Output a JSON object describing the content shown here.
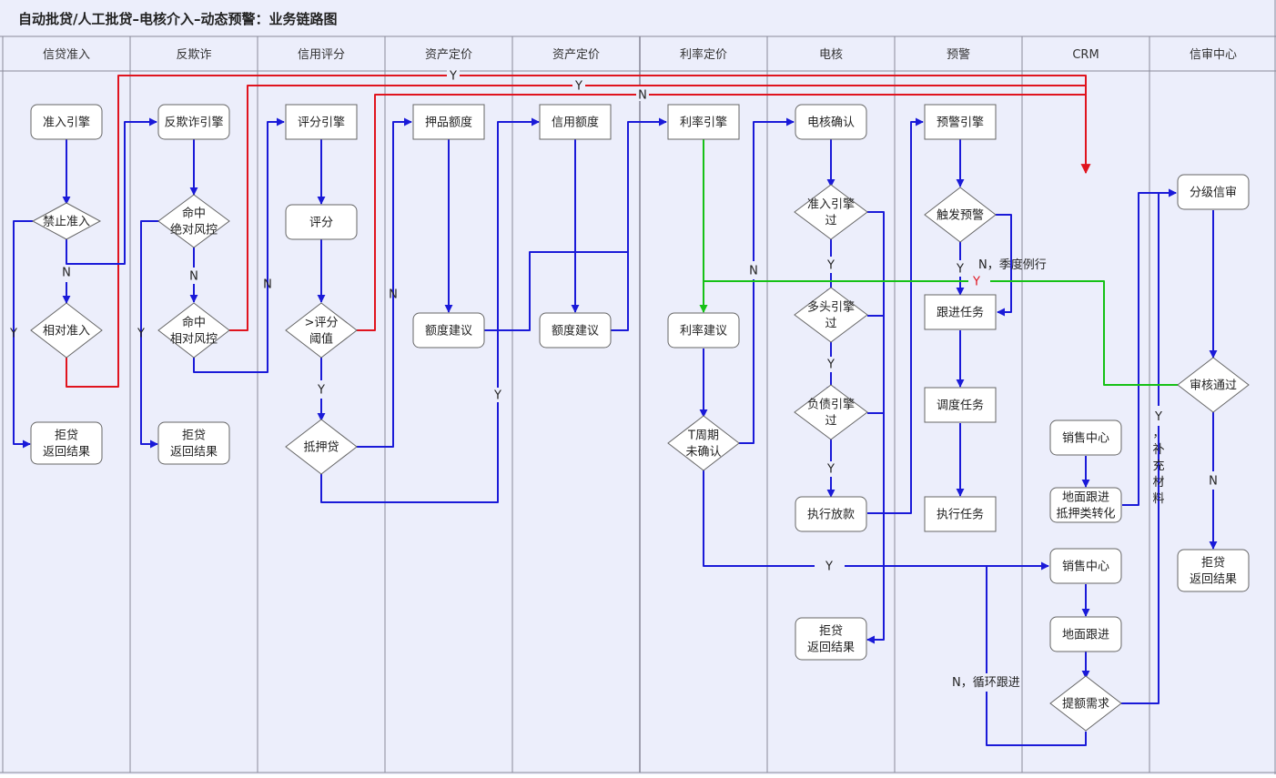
{
  "title": "自动批贷/人工批贷–电核介入–动态预警：业务链路图",
  "colors": {
    "bg": "#eceefb",
    "lane_line": "#8a8a9a",
    "node_fill": "#ffffff",
    "node_stroke": "#666666",
    "blue": "#1a1ad8",
    "red": "#e0141e",
    "green": "#16c116"
  },
  "lanes": [
    "信贷准入",
    "反欺诈",
    "信用评分",
    "资产定价",
    "资产定价",
    "利率定价",
    "电核",
    "预警",
    "CRM",
    "信审中心"
  ],
  "nodes": {
    "zhunru_engine": "准入引擎",
    "jinzhi_zhunru": "禁止准入",
    "xiangdui_zhunru": "相对准入",
    "judai1": [
      "拒贷",
      "返回结果"
    ],
    "fanqizha_engine": "反欺诈引擎",
    "mingzhong_juedui": [
      "命中",
      "绝对风控"
    ],
    "mingzhong_xiangdui": [
      "命中",
      "相对风控"
    ],
    "judai2": [
      "拒贷",
      "返回结果"
    ],
    "pingfen_engine": "评分引擎",
    "pingfen": "评分",
    "pingfen_fazhi": [
      ">评分",
      "阈值"
    ],
    "diyadai": "抵押贷",
    "yapin_edu": "押品额度",
    "edu_jianyi1": "额度建议",
    "xinyong_edu": "信用额度",
    "edu_jianyi2": "额度建议",
    "lilv_engine": "利率引擎",
    "lilv_jianyi": "利率建议",
    "t_zhouqi": [
      "T周期",
      "未确认"
    ],
    "dianhe_queren": "电核确认",
    "zhunru_guo": [
      "准入引擎",
      "过"
    ],
    "duotou_guo": [
      "多头引擎",
      "过"
    ],
    "fuzhai_guo": [
      "负债引擎",
      "过"
    ],
    "zhixing_fangkuan": "执行放款",
    "judai3": [
      "拒贷",
      "返回结果"
    ],
    "yujing_engine": "预警引擎",
    "chufa_yujing": "触发预警",
    "genjin_renwu": "跟进任务",
    "diaodu_renwu": "调度任务",
    "zhixing_renwu": "执行任务",
    "xiaoshou_zhongxin1": "销售中心",
    "dimian_genjin_diya": [
      "地面跟进",
      "抵押类转化"
    ],
    "xiaoshou_zhongxin2": "销售中心",
    "dimian_genjin": "地面跟进",
    "tie_xuqiu": "提额需求",
    "fenji_xinshen": "分级信审",
    "shenhe_tongguo": "审核通过",
    "judai4": [
      "拒贷",
      "返回结果"
    ]
  },
  "labels": {
    "y": "Y",
    "n": "N",
    "n_jidu": "N，季度例行",
    "n_xunhuan": "N，循环跟进",
    "y_buchong": [
      "Y",
      "，",
      "补",
      "充",
      "材",
      "料"
    ]
  }
}
